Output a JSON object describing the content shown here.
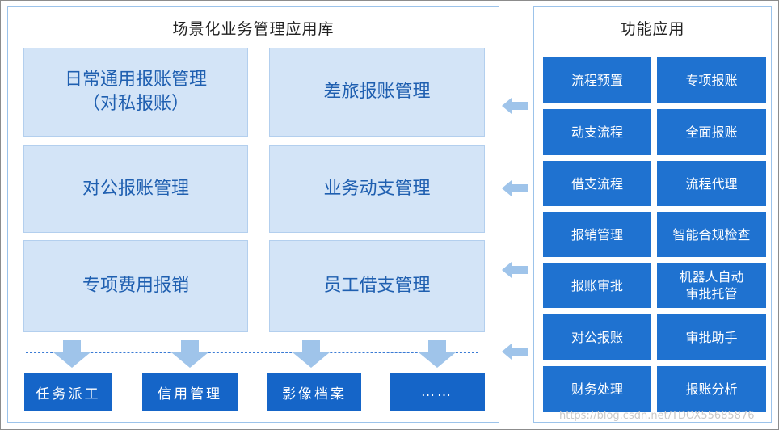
{
  "left_panel": {
    "title": "场景化业务管理应用库",
    "scenarios": [
      {
        "line1": "日常通用报账管理",
        "line2": "（对私报账）"
      },
      {
        "line1": "差旅报账管理"
      },
      {
        "line1": "对公报账管理"
      },
      {
        "line1": "业务动支管理"
      },
      {
        "line1": "专项费用报销"
      },
      {
        "line1": "员工借支管理"
      }
    ],
    "modules": [
      "任务派工",
      "信用管理",
      "影像档案",
      "……"
    ]
  },
  "right_panel": {
    "title": "功能应用",
    "functions": [
      "流程预置",
      "专项报账",
      "动支流程",
      "全面报账",
      "借支流程",
      "流程代理",
      "报销管理",
      "智能合规检查",
      "报账审批",
      "机器人自动审批托管",
      "对公报账",
      "审批助手",
      "财务处理",
      "报账分析"
    ],
    "robot_line1": "机器人自动",
    "robot_line2": "审批托管"
  },
  "colors": {
    "scenario_bg": "#d3e4f7",
    "scenario_text": "#1f5fb0",
    "module_bg": "#1565c8",
    "function_bg": "#1f72d0",
    "arrow": "#9fc4ea",
    "panel_border": "#9cc3ea"
  },
  "watermark": "https://blog.csdn.net/TDOX55685876"
}
